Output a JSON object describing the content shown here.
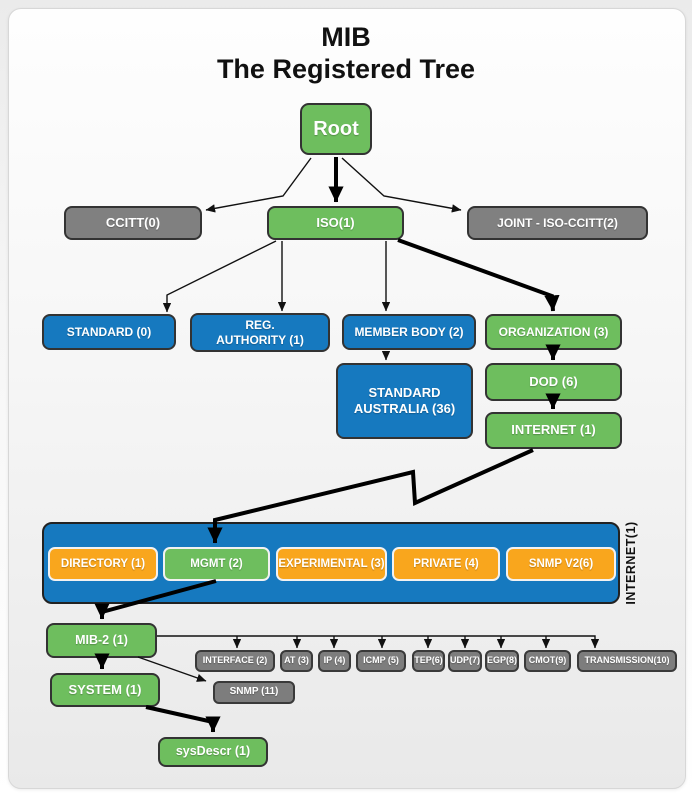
{
  "title": {
    "line1": "MIB",
    "line2": "The Registered Tree"
  },
  "colors": {
    "node_green": "#6ebe5e",
    "node_blue": "#1679bf",
    "node_gray": "#808080",
    "node_orange": "#f9a61d",
    "arrow_black": "#000000",
    "card_background_top": "#fefefe",
    "card_background_bottom": "#e9e9e9"
  },
  "nodes": {
    "root": "Root",
    "ccitt": "CCITT(0)",
    "iso": "ISO(1)",
    "joint": "JOINT - ISO-CCITT(2)",
    "standard": "STANDARD (0)",
    "reg_authority": "REG.\nAUTHORITY (1)",
    "member_body": "MEMBER BODY (2)",
    "organization": "ORGANIZATION (3)",
    "standard_australia": "STANDARD\nAUSTRALIA (36)",
    "dod": "DOD (6)",
    "internet": "INTERNET (1)",
    "internet_group_label": "INTERNET(1)",
    "directory": "DIRECTORY (1)",
    "mgmt": "MGMT (2)",
    "experimental": "EXPERIMENTAL (3)",
    "private": "PRIVATE (4)",
    "snmp_v2": "SNMP V2(6)",
    "mib2": "MIB-2 (1)",
    "interface": "INTERFACE (2)",
    "at": "AT (3)",
    "ip": "IP (4)",
    "icmp": "ICMP (5)",
    "tep": "TEP(6)",
    "udp": "UDP(7)",
    "egp": "EGP(8)",
    "cmot": "CMOT(9)",
    "transmission": "TRANSMISSION(10)",
    "snmp": "SNMP (11)",
    "system": "SYSTEM (1)",
    "sysdescr": "sysDescr (1)"
  }
}
